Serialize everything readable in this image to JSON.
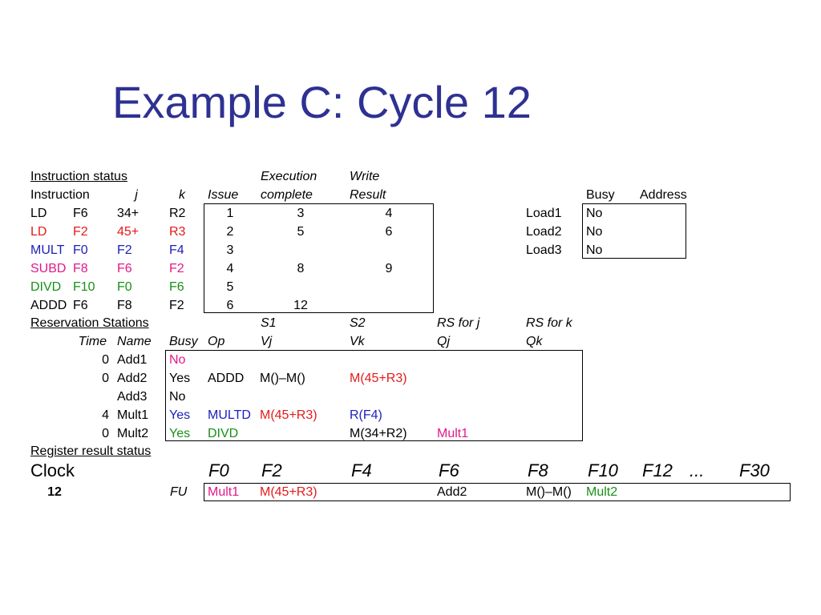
{
  "title": "Example C: Cycle 12",
  "instruction_status": {
    "section_label": "Instruction status",
    "headers": {
      "execution": "Execution",
      "write": "Write",
      "instruction": "Instruction",
      "j": "j",
      "k": "k",
      "issue": "Issue",
      "complete": "complete",
      "result": "Result"
    },
    "rows": [
      {
        "op": "LD",
        "dest": "F6",
        "j": "34+",
        "k": "R2",
        "issue": "1",
        "exec": "3",
        "write": "4",
        "color": "black"
      },
      {
        "op": "LD",
        "dest": "F2",
        "j": "45+",
        "k": "R3",
        "issue": "2",
        "exec": "5",
        "write": "6",
        "color": "red"
      },
      {
        "op": "MULT",
        "dest": "F0",
        "j": "F2",
        "k": "F4",
        "issue": "3",
        "exec": "",
        "write": "",
        "color": "blue"
      },
      {
        "op": "SUBD",
        "dest": "F8",
        "j": "F6",
        "k": "F2",
        "issue": "4",
        "exec": "8",
        "write": "9",
        "color": "mag"
      },
      {
        "op": "DIVD",
        "dest": "F10",
        "j": "F0",
        "k": "F6",
        "issue": "5",
        "exec": "",
        "write": "",
        "color": "green"
      },
      {
        "op": "ADDD",
        "dest": "F6",
        "j": "F8",
        "k": "F2",
        "issue": "6",
        "exec": "12",
        "write": "",
        "color": "black"
      }
    ]
  },
  "load_buffers": {
    "headers": {
      "busy": "Busy",
      "address": "Address"
    },
    "rows": [
      {
        "name": "Load1",
        "busy": "No",
        "address": ""
      },
      {
        "name": "Load2",
        "busy": "No",
        "address": ""
      },
      {
        "name": "Load3",
        "busy": "No",
        "address": ""
      }
    ]
  },
  "reservation_stations": {
    "section_label": "Reservation Stations",
    "headers": {
      "s1": "S1",
      "s2": "S2",
      "rs_j": "RS for j",
      "rs_k": "RS for k",
      "time": "Time",
      "name": "Name",
      "busy": "Busy",
      "op": "Op",
      "vj": "Vj",
      "vk": "Vk",
      "qj": "Qj",
      "qk": "Qk"
    },
    "rows": [
      {
        "time": "0",
        "name": "Add1",
        "busy": "No",
        "op": "",
        "vj": "",
        "vk": "",
        "qj": "",
        "qk": "",
        "c_busy": "mag",
        "c_op": "black",
        "c_vj": "black",
        "c_vk": "black",
        "c_qj": "black"
      },
      {
        "time": "0",
        "name": "Add2",
        "busy": "Yes",
        "op": "ADDD",
        "vj": "M()–M()",
        "vk": "M(45+R3)",
        "qj": "",
        "qk": "",
        "c_busy": "black",
        "c_op": "black",
        "c_vj": "black",
        "c_vk": "red",
        "c_qj": "black"
      },
      {
        "time": "",
        "name": "Add3",
        "busy": "No",
        "op": "",
        "vj": "",
        "vk": "",
        "qj": "",
        "qk": "",
        "c_busy": "black",
        "c_op": "black",
        "c_vj": "black",
        "c_vk": "black",
        "c_qj": "black"
      },
      {
        "time": "4",
        "name": "Mult1",
        "busy": "Yes",
        "op": "MULTD",
        "vj": "M(45+R3)",
        "vk": "R(F4)",
        "qj": "",
        "qk": "",
        "c_busy": "blue",
        "c_op": "blue",
        "c_vj": "red",
        "c_vk": "blue",
        "c_qj": "black"
      },
      {
        "time": "0",
        "name": "Mult2",
        "busy": "Yes",
        "op": "DIVD",
        "vj": "",
        "vk": "M(34+R2)",
        "qj": "Mult1",
        "qk": "",
        "c_busy": "green",
        "c_op": "green",
        "c_vj": "black",
        "c_vk": "black",
        "c_qj": "mag"
      }
    ]
  },
  "register_status": {
    "section_label": "Register result status",
    "clock_label": "Clock",
    "clock_value": "12",
    "fu_label": "FU",
    "registers": [
      "F0",
      "F2",
      "F4",
      "F6",
      "F8",
      "F10",
      "F12",
      "...",
      "F30"
    ],
    "values": [
      {
        "value": "Mult1",
        "color": "mag"
      },
      {
        "value": "M(45+R3)",
        "color": "red"
      },
      {
        "value": "",
        "color": "black"
      },
      {
        "value": "Add2",
        "color": "black"
      },
      {
        "value": "M()–M()",
        "color": "black"
      },
      {
        "value": "Mult2",
        "color": "green"
      },
      {
        "value": "",
        "color": "black"
      },
      {
        "value": "",
        "color": "black"
      },
      {
        "value": "",
        "color": "black"
      }
    ]
  },
  "colors": {
    "title": "#2e3192",
    "black": "#000000",
    "red": "#e31b1b",
    "blue": "#1e22b8",
    "mag": "#e0198a",
    "green": "#189018"
  }
}
